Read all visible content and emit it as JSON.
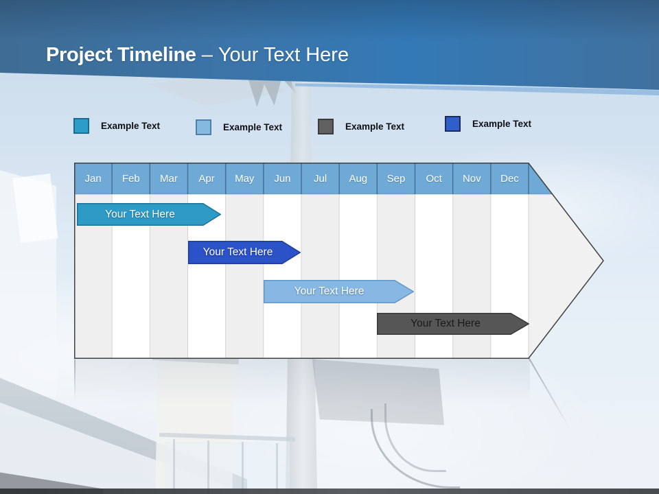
{
  "slide": {
    "title": {
      "main": "Project Timeline",
      "dash": "–",
      "sub": "Your Text Here"
    }
  },
  "legend": {
    "items": [
      {
        "label": "Example Text",
        "color": "#2E9CC9",
        "border": "#1A6A94"
      },
      {
        "label": "Example Text",
        "color": "#85B9E0",
        "border": "#4D7FA8"
      },
      {
        "label": "Example Text",
        "color": "#606060",
        "border": "#3B3B3B"
      },
      {
        "label": "Example Text",
        "color": "#2F5FC9",
        "border": "#1C2B5E"
      }
    ]
  },
  "timeline": {
    "months": [
      "Jan",
      "Feb",
      "Mar",
      "Apr",
      "May",
      "Jun",
      "Jul",
      "Aug",
      "Sep",
      "Oct",
      "Nov",
      "Dec"
    ],
    "header_color": "#6FA9D6",
    "bars": [
      {
        "label": "Your Text Here",
        "start_month": "Jan",
        "end_month": "Apr",
        "color": "#2E9BC7",
        "border": "#1E6F96",
        "text_color": "#FFFFFF"
      },
      {
        "label": "Your Text Here",
        "start_month": "Apr",
        "end_month": "Jun",
        "color": "#2B52C7",
        "border": "#1E3B96",
        "text_color": "#FFFFFF"
      },
      {
        "label": "Your Text Here",
        "start_month": "Jun",
        "end_month": "Sep",
        "color": "#86B8E3",
        "border": "#6396C4",
        "text_color": "#FFFFFF"
      },
      {
        "label": "Your Text Here",
        "start_month": "Sep",
        "end_month": "Dec",
        "color": "#565656",
        "border": "#3A3A3A",
        "text_color": "#1A1A1A"
      }
    ]
  }
}
